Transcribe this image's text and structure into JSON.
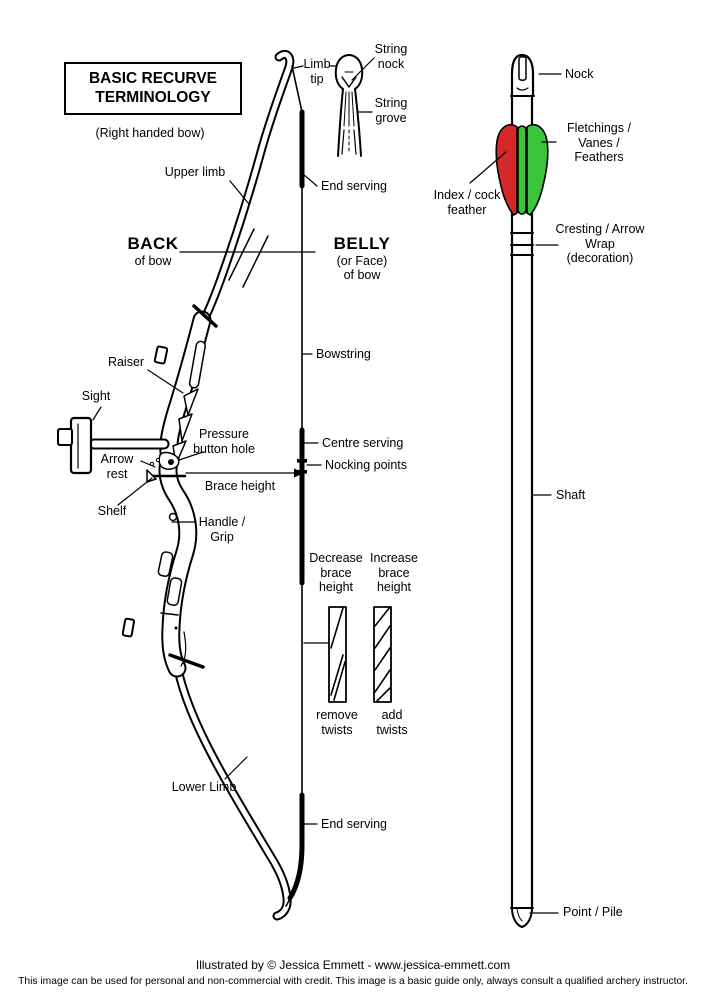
{
  "title": {
    "heading": "BASIC RECURVE TERMINOLOGY",
    "subtitle": "(Right handed bow)"
  },
  "bow": {
    "upper_limb": "Upper limb",
    "back": "BACK",
    "back_sub": "of bow",
    "belly": "BELLY",
    "belly_sub1": "(or Face)",
    "belly_sub2": "of bow",
    "raiser": "Raiser",
    "sight": "Sight",
    "pressure_button_hole": "Pressure button hole",
    "arrow_rest": "Arrow rest",
    "brace_height": "Brace height",
    "shelf": "Shelf",
    "handle_grip": "Handle / Grip",
    "lower_limb": "Lower Limb"
  },
  "string": {
    "limb_tip": "Limb tip",
    "string_nock": "String nock",
    "string_grove": "String grove",
    "end_serving_top": "End serving",
    "bowstring": "Bowstring",
    "centre_serving": "Centre serving",
    "nocking_points": "Nocking points",
    "decrease_brace": "Decrease brace height",
    "increase_brace": "Increase brace height",
    "remove_twists": "remove twists",
    "add_twists": "add twists",
    "end_serving_bottom": "End serving"
  },
  "arrow": {
    "nock": "Nock",
    "fletchings": "Fletchings / Vanes / Feathers",
    "index_feather": "Index / cock feather",
    "cresting": "Cresting / Arrow Wrap (decoration)",
    "shaft": "Shaft",
    "point": "Point / Pile"
  },
  "colors": {
    "fletch_red": "#d62828",
    "fletch_green": "#3cc53c",
    "outline": "#000000"
  },
  "footer": {
    "credit": "Illustrated by © Jessica Emmett - www.jessica-emmett.com",
    "disclaimer": "This image can be used for personal and non-commercial with credit. This image is a basic guide only, always consult a qualified archery instructor."
  }
}
